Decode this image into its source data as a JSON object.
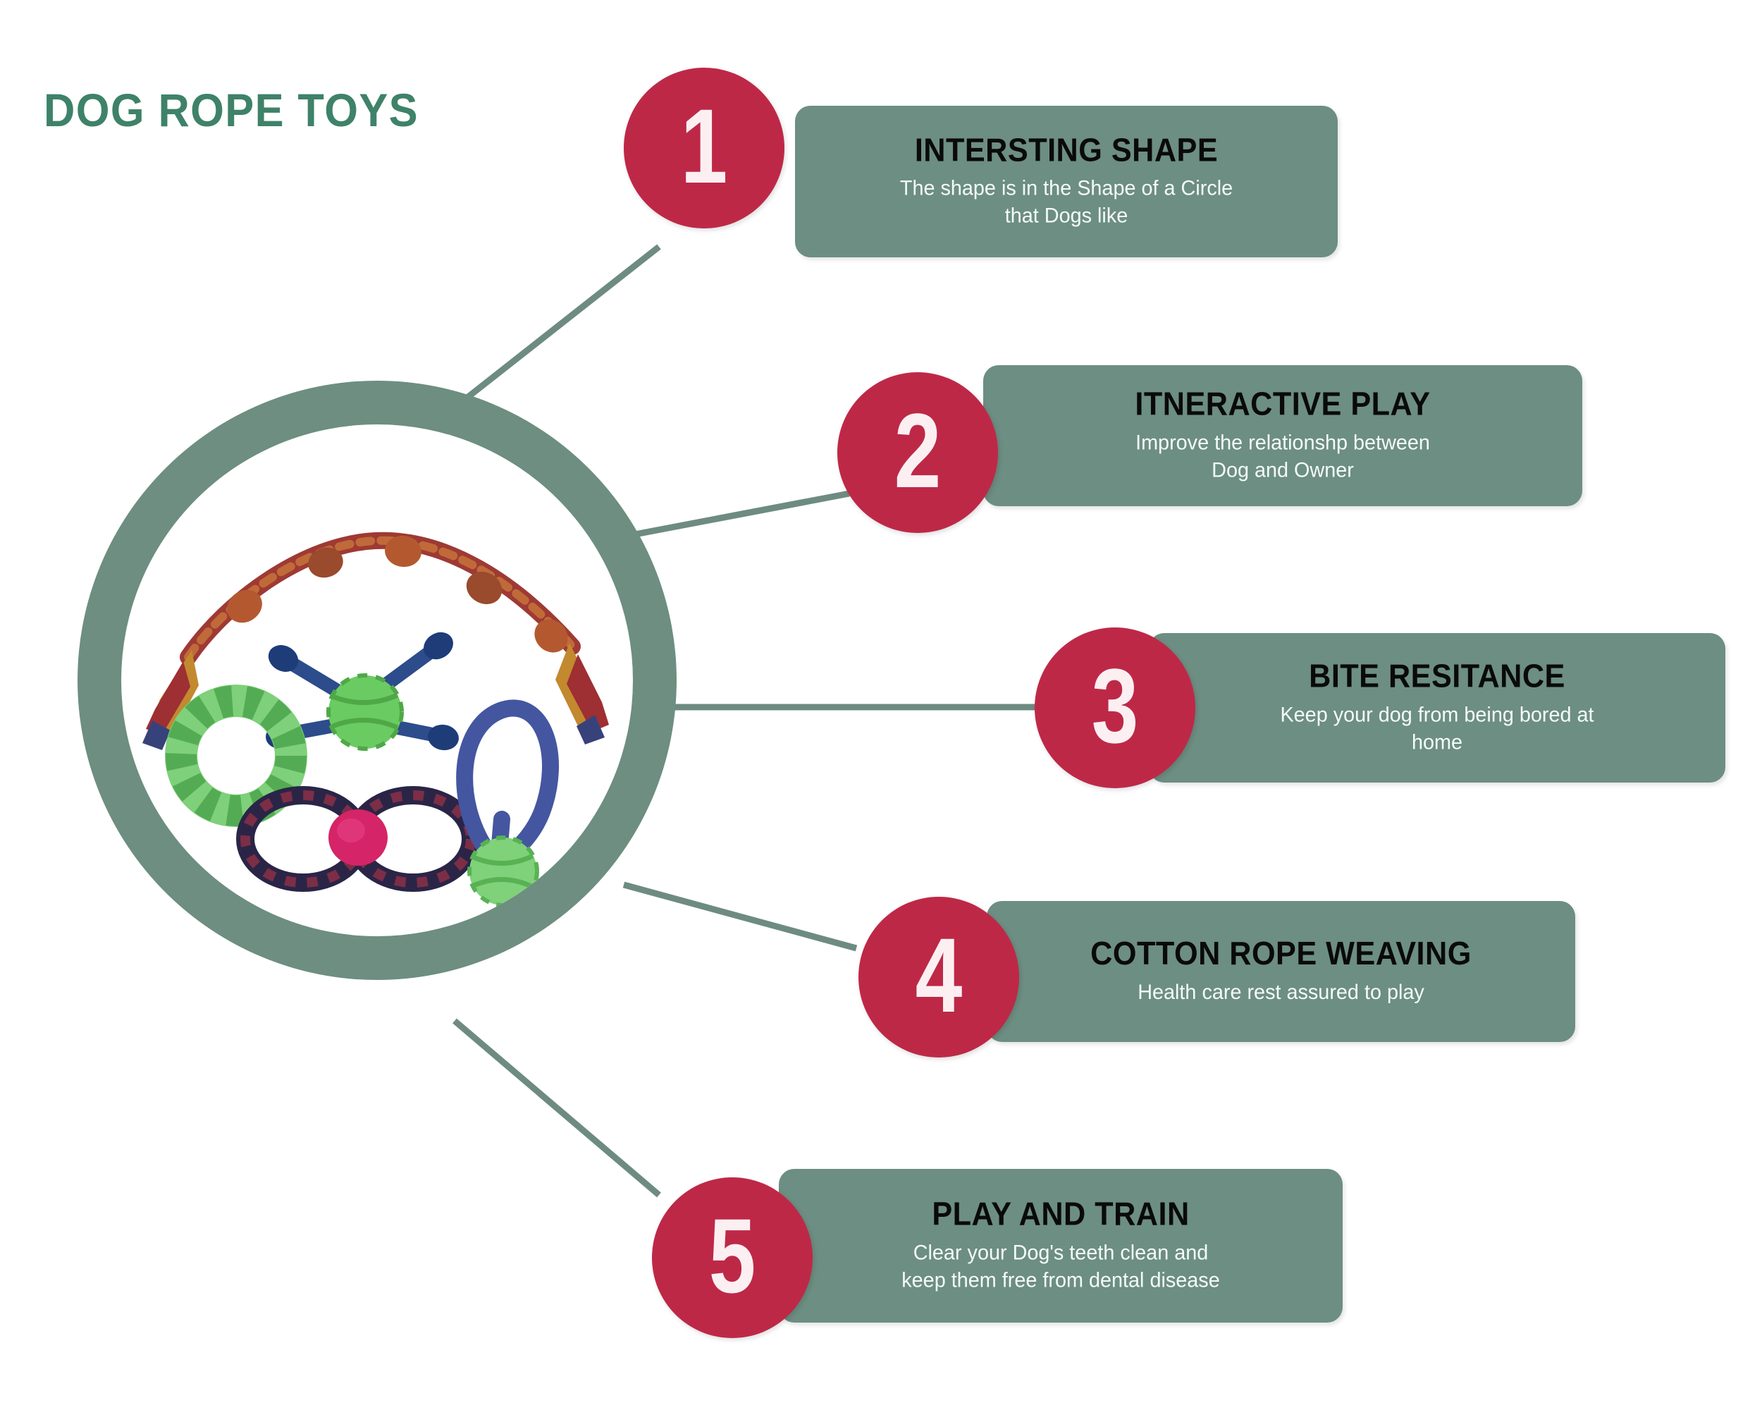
{
  "page": {
    "title": "DOG ROPE TOYS",
    "background_color": "#FFFFFF",
    "title_color": "#3E8269",
    "accent_color": "#BE2847",
    "panel_color": "#6D8E82",
    "ring_color": "#6D8E80",
    "connector_color": "#6E8B82",
    "heading_color": "#0A0A0A",
    "subtext_color": "#F4FBF8"
  },
  "hub": {
    "label": "dog-rope-toys-product-photo",
    "alt": "Assortment of dog rope toys: knotted rope with tassels, green knotted ball with blue rope arms, green rope ring, figure-eight rope with pink ball, and blue loop handle with green ball"
  },
  "items": [
    {
      "number": "1",
      "heading": "INTERSTING SHAPE",
      "lines": [
        "The shape is in the Shape of a Circle",
        "that Dogs like"
      ]
    },
    {
      "number": "2",
      "heading": "ITNERACTIVE PLAY",
      "lines": [
        "Improve the relationshp between",
        "Dog and Owner"
      ]
    },
    {
      "number": "3",
      "heading": "BITE RESITANCE",
      "lines": [
        "Keep your dog from being bored at",
        "home"
      ]
    },
    {
      "number": "4",
      "heading": "COTTON ROPE WEAVING",
      "lines": [
        "Health care rest assured to play"
      ]
    },
    {
      "number": "5",
      "heading": "PLAY AND TRAIN",
      "lines": [
        "Clear your Dog's teeth clean and",
        "keep them free from dental disease"
      ]
    }
  ]
}
